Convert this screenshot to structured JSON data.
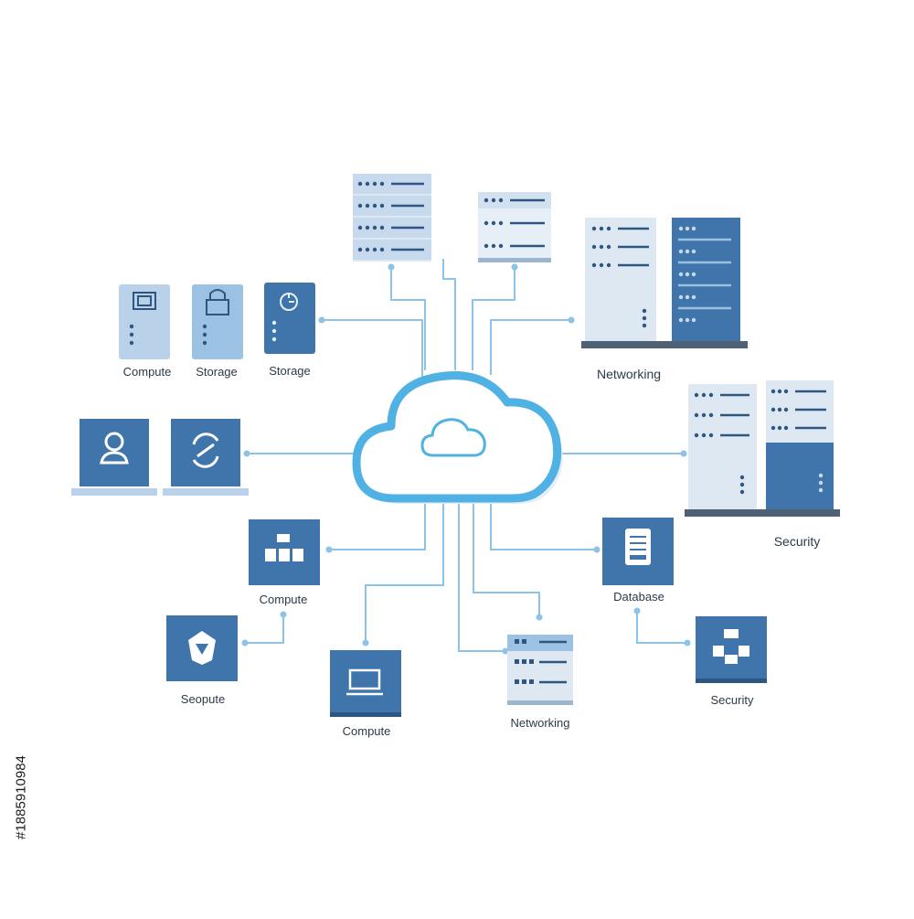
{
  "colors": {
    "line": "#8cc3e6",
    "node_dark": "#3f75aa",
    "node_light": "#9cc2e3",
    "server_pale": "#dde8f3",
    "cloud_stroke": "#4fb1e4",
    "text": "#2b3a4a"
  },
  "labels": {
    "compute_tl": "Compute",
    "storage_tl1": "Storage",
    "storage_tl2": "Storage",
    "networking_tr": "Networking",
    "security_r": "Security",
    "compute_l": "Compute",
    "seopute": "Seopute",
    "compute_b": "Compute",
    "networking_b": "Networking",
    "database": "Database",
    "security_br": "Security"
  },
  "side_id": "#1885910984",
  "icons": {
    "center": "cloud-icon",
    "cloud_inner": "cloud-outline-icon",
    "compute_tl": "image-frame-icon",
    "storage_tl1": "lock-icon",
    "storage_tl2": "dial-icon",
    "left_1": "user-icon",
    "left_2": "sync-icon",
    "compute_l": "hierarchy-icon",
    "seopute": "shield-icon",
    "compute_b": "monitor-icon",
    "database": "document-icon",
    "security_br": "network-icon"
  }
}
